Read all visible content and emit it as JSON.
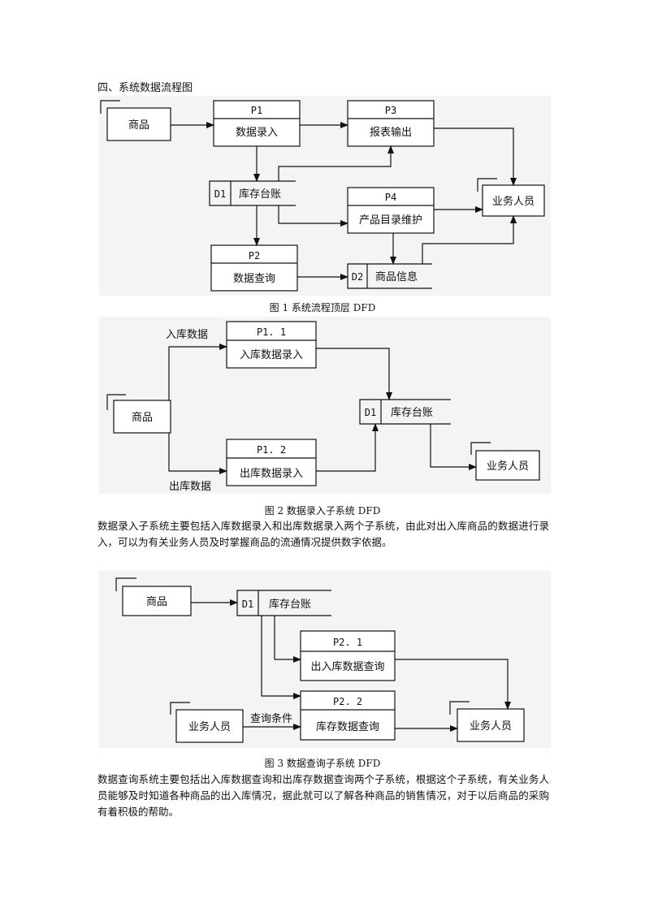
{
  "section_heading": "四、系统数据流程图",
  "fig1": {
    "caption": "图 1 系统流程顶层 DFD",
    "entity_goods": "商品",
    "p1_id": "P1",
    "p1_name": "数据录入",
    "p3_id": "P3",
    "p3_name": "报表输出",
    "d1_id": "D1",
    "d1_name": "库存台账",
    "p4_id": "P4",
    "p4_name": "产品目录维护",
    "entity_staff": "业务人员",
    "p2_id": "P2",
    "p2_name": "数据查询",
    "d2_id": "D2",
    "d2_name": "商品信息"
  },
  "fig2": {
    "caption": "图 2 数据录入子系统 DFD",
    "flow_in": "入库数据",
    "flow_out": "出库数据",
    "p11_id": "P1. 1",
    "p11_name": "入库数据录入",
    "p12_id": "P1. 2",
    "p12_name": "出库数据录入",
    "entity_goods": "商品",
    "d1_id": "D1",
    "d1_name": "库存台账",
    "entity_staff": "业务人员"
  },
  "para1": "数据录入子系统主要包括入库数据录入和出库数据录入两个子系统，由此对出入库商品的数据进行录入，可以为有关业务人员及时掌握商品的流通情况提供数字依据。",
  "fig3": {
    "caption": "图 3 数据查询子系统 DFD",
    "entity_goods": "商品",
    "d1_id": "D1",
    "d1_name": "库存台账",
    "p21_id": "P2. 1",
    "p21_name": "出入库数据查询",
    "p22_id": "P2. 2",
    "p22_name": "库存数据查询",
    "entity_staff_left": "业务人员",
    "flow_query": "查询条件",
    "entity_staff_right": "业务人员"
  },
  "para2": "数据查询系统主要包括出入库数据查询和出库存数据查询两个子系统，根据这个子系统，有关业务人员能够及时知道各种商品的出入库情况，据此就可以了解各种商品的销售情况，对于以后商品的采购有着积极的帮助。"
}
